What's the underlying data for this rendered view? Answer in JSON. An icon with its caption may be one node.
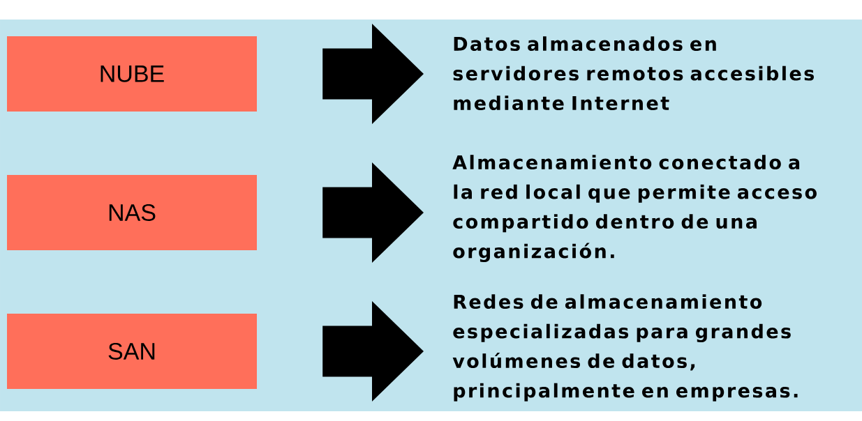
{
  "diagram": {
    "nodes": [
      {
        "text": [
          "NUBE"
        ]
      },
      {
        "text": [
          "NAS"
        ]
      },
      {
        "text": [
          "SAN"
        ]
      },
      {
        "text": [
          "Datos almacenados en servidores remotos accesibles mediante Internet"
        ]
      },
      {
        "text": [
          "Almacenamiento conectado a la red local que permite acceso compartido dentro de una organización."
        ]
      },
      {
        "text": [
          "Redes de almacenamiento especializadas para grandes volúmenes de datos, principalmente en empresas."
        ]
      }
    ],
    "edges": [
      {
        "from": 0,
        "to": 3,
        "arrow": "to"
      },
      {
        "from": 1,
        "to": 4,
        "arrow": "to"
      },
      {
        "from": 2,
        "to": 5,
        "arrow": "to"
      }
    ]
  }
}
